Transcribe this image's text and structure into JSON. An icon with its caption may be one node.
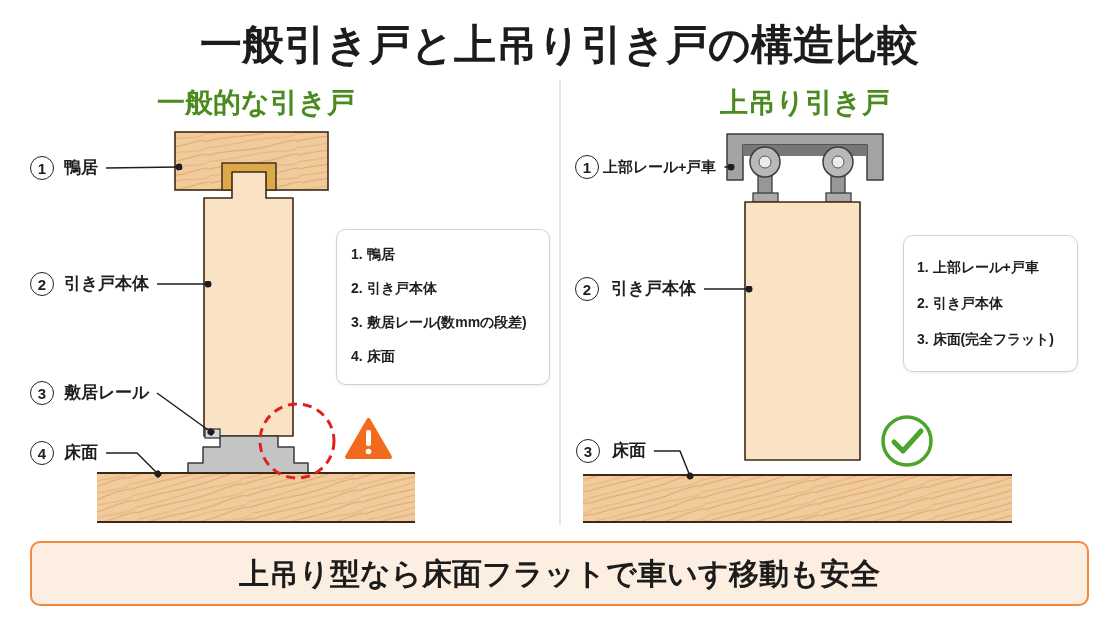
{
  "diagram": {
    "title": "一般引き戸と上吊り引き戸の構造比較",
    "nodes": [
      {
        "text": [
          "1"
        ],
        "beside": [
          "鴨居"
        ]
      },
      {
        "text": [],
        "shape": "bar"
      },
      {
        "text": [
          "2"
        ],
        "beside": [
          "引き戸本体"
        ]
      },
      {
        "text": [],
        "shape": "box"
      },
      {
        "text": [
          "3"
        ],
        "beside": [
          "敷居レール"
        ]
      },
      {
        "text": [],
        "shape": "picture"
      },
      {
        "text": [
          "4"
        ],
        "beside": [
          "床面"
        ]
      },
      {
        "text": [],
        "shape": "bar"
      },
      {
        "text": [
          "1. 鴨居",
          "2. 引き戸本体",
          "3. 敷居レール(数mmの段差)",
          "4. 床面"
        ]
      },
      {
        "text": [
          "1"
        ],
        "beside": [
          "上部レール+戸車"
        ]
      },
      {
        "text": [],
        "shape": "picture"
      },
      {
        "text": [
          "2"
        ],
        "beside": [
          "引き戸本体"
        ]
      },
      {
        "text": [],
        "shape": "box"
      },
      {
        "text": [
          "3"
        ],
        "beside": [
          "床面"
        ]
      },
      {
        "text": [],
        "shape": "bar"
      },
      {
        "text": [
          "1. 上部レール+戸車",
          "2. 引き戸本体",
          "3. 床面(完全フラット)"
        ]
      },
      {
        "text": [
          "上吊り型なら床面フラットで車いす移動も安全"
        ]
      }
    ],
    "edges": [
      {
        "from": 0,
        "to": 1,
        "arrow": "other"
      },
      {
        "from": 2,
        "to": 3,
        "arrow": "other"
      },
      {
        "from": 4,
        "to": 5,
        "arrow": "other"
      },
      {
        "from": 6,
        "to": 7,
        "arrow": "other"
      },
      {
        "from": 9,
        "to": 10,
        "arrow": "other"
      },
      {
        "from": 11,
        "to": 12,
        "arrow": "other"
      },
      {
        "from": 13,
        "to": 14,
        "arrow": "other"
      }
    ],
    "labels": [
      "一般的な引き戸",
      "上吊り引き戸"
    ]
  }
}
